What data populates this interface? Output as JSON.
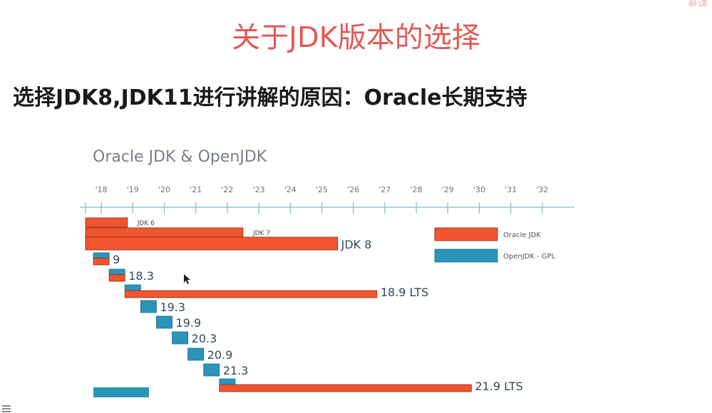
{
  "page": {
    "title": "关于JDK版本的选择",
    "subtitle": "选择JDK8,JDK11进行讲解的原因：Oracle长期支持",
    "watermark": "慕课"
  },
  "colors": {
    "title": "#e05a57",
    "oracle": "#f1552f",
    "openjdk": "#2a95b8",
    "axis": "#7fbec9"
  },
  "chart_data": {
    "type": "timeline",
    "title": "Oracle JDK & OpenJDK",
    "x_ticks": [
      "'18",
      "'19",
      "'20",
      "'21",
      "'22",
      "'23",
      "'24",
      "'25",
      "'26",
      "'27",
      "'28",
      "'29",
      "'30",
      "'31",
      "'32"
    ],
    "x_range": [
      2017.5,
      2032.5
    ],
    "legend": [
      {
        "name": "Oracle JDK",
        "color": "#f1552f"
      },
      {
        "name": "OpenJDK - GPL",
        "color": "#2a95b8"
      }
    ],
    "bars": [
      {
        "label": "JDK 6",
        "label_size": "small",
        "segments": [
          {
            "vendor": "oracle",
            "start": 2017.5,
            "end": 2018.83
          }
        ]
      },
      {
        "label": "JDK 7",
        "label_size": "small",
        "segments": [
          {
            "vendor": "oracle",
            "start": 2017.5,
            "end": 2022.5
          }
        ]
      },
      {
        "label": "JDK 8",
        "label_size": "large",
        "segments": [
          {
            "vendor": "oracle",
            "start": 2017.5,
            "end": 2025.5
          }
        ]
      },
      {
        "label": "9",
        "label_size": "large",
        "segments": [
          {
            "vendor": "openjdk",
            "start": 2017.75,
            "end": 2018.25
          },
          {
            "vendor": "oracle",
            "start": 2017.75,
            "end": 2018.25
          }
        ]
      },
      {
        "label": "18.3",
        "label_size": "large",
        "segments": [
          {
            "vendor": "openjdk",
            "start": 2018.25,
            "end": 2018.75
          },
          {
            "vendor": "oracle",
            "start": 2018.25,
            "end": 2018.75
          }
        ]
      },
      {
        "label": "18.9 LTS",
        "label_size": "large",
        "segments": [
          {
            "vendor": "openjdk",
            "start": 2018.75,
            "end": 2019.25
          },
          {
            "vendor": "oracle",
            "start": 2018.75,
            "end": 2026.75
          }
        ]
      },
      {
        "label": "19.3",
        "label_size": "large",
        "segments": [
          {
            "vendor": "openjdk",
            "start": 2019.25,
            "end": 2019.75
          }
        ]
      },
      {
        "label": "19.9",
        "label_size": "large",
        "segments": [
          {
            "vendor": "openjdk",
            "start": 2019.75,
            "end": 2020.25
          }
        ]
      },
      {
        "label": "20.3",
        "label_size": "large",
        "segments": [
          {
            "vendor": "openjdk",
            "start": 2020.25,
            "end": 2020.75
          }
        ]
      },
      {
        "label": "20.9",
        "label_size": "large",
        "segments": [
          {
            "vendor": "openjdk",
            "start": 2020.75,
            "end": 2021.25
          }
        ]
      },
      {
        "label": "21.3",
        "label_size": "large",
        "segments": [
          {
            "vendor": "openjdk",
            "start": 2021.25,
            "end": 2021.75
          }
        ]
      },
      {
        "label": "21.9 LTS",
        "label_size": "large",
        "segments": [
          {
            "vendor": "openjdk",
            "start": 2021.75,
            "end": 2022.25
          },
          {
            "vendor": "oracle",
            "start": 2021.75,
            "end": 2029.75
          }
        ]
      }
    ]
  }
}
